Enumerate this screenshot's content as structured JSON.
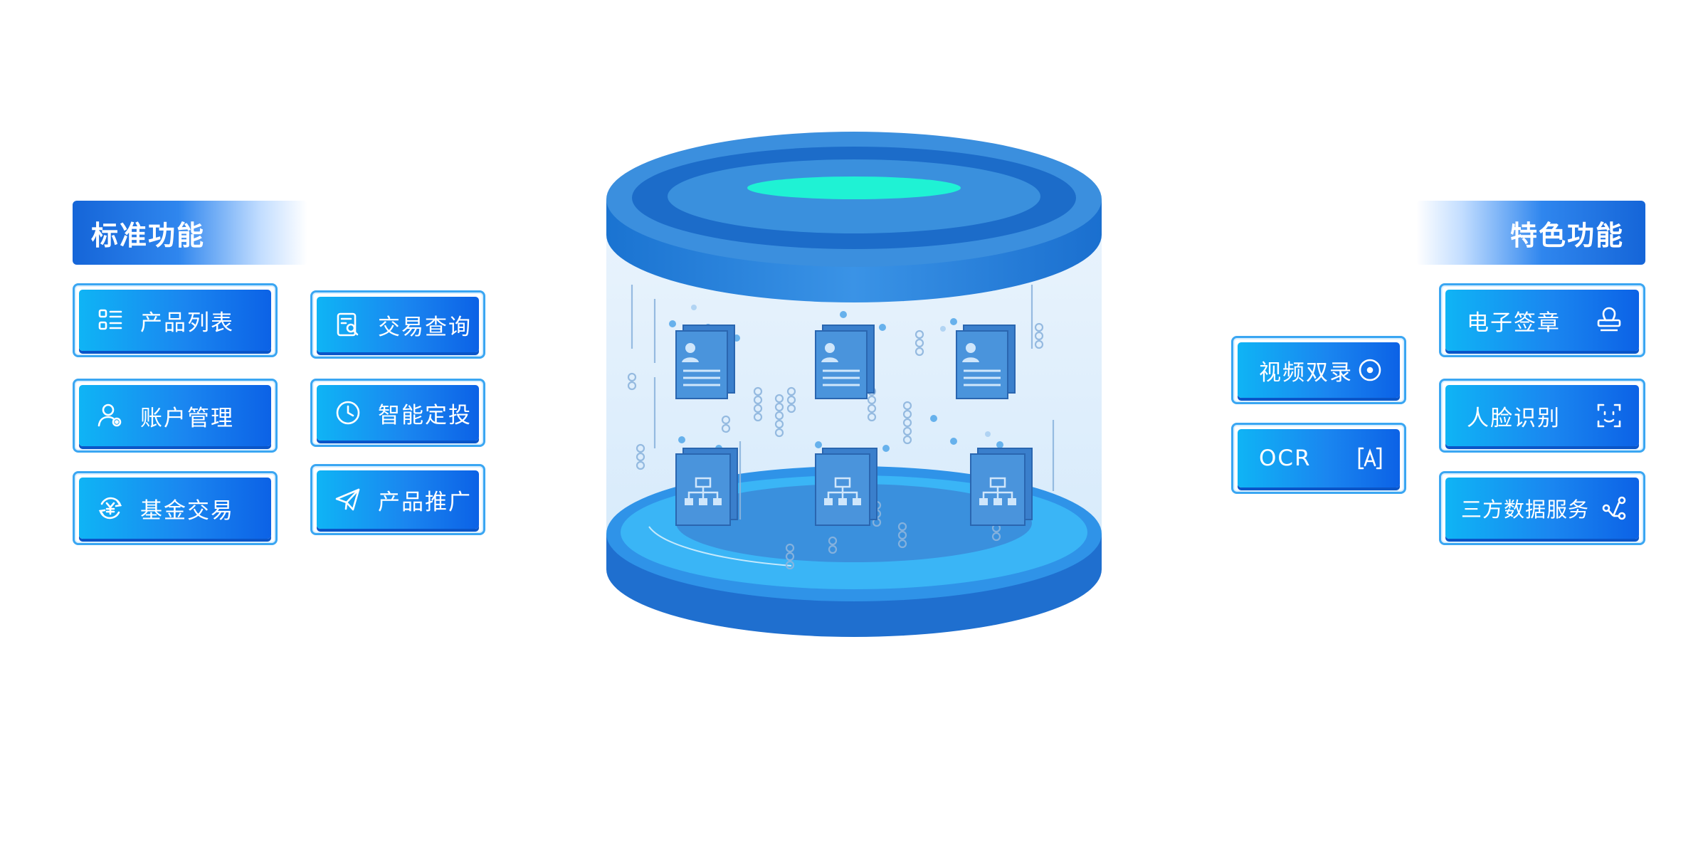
{
  "standard": {
    "title": "标准功能",
    "items": [
      {
        "label": "产品列表",
        "icon": "list-icon"
      },
      {
        "label": "交易查询",
        "icon": "search-document-icon"
      },
      {
        "label": "账户管理",
        "icon": "user-settings-icon"
      },
      {
        "label": "智能定投",
        "icon": "clock-icon"
      },
      {
        "label": "基金交易",
        "icon": "yuan-exchange-icon"
      },
      {
        "label": "产品推广",
        "icon": "paper-plane-icon"
      }
    ]
  },
  "featured": {
    "title": "特色功能",
    "items": [
      {
        "label": "视频双录",
        "icon": "record-icon"
      },
      {
        "label": "OCR",
        "icon": "text-recognition-icon"
      },
      {
        "label": "电子签章",
        "icon": "stamp-icon"
      },
      {
        "label": "人脸识别",
        "icon": "face-scan-icon"
      },
      {
        "label": "三方数据服务",
        "icon": "share-nodes-icon"
      }
    ]
  },
  "colors": {
    "primary": "#1a86f0",
    "dark_blue": "#0c62e6",
    "light_blue": "#0fb4f5",
    "cylinder_blue": "#3b8fde",
    "accent_cyan": "#1ff2d4"
  }
}
